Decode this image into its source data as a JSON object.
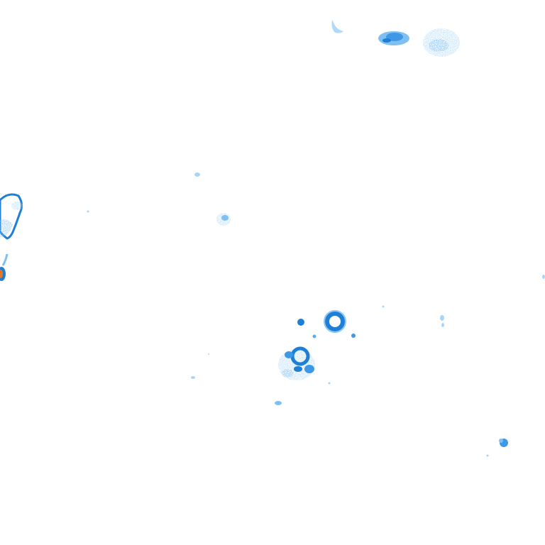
{
  "map": {
    "layer": "precipitation-radar",
    "basemap": "none",
    "palette": {
      "light": "#a9d6f7",
      "medium": "#5aaef0",
      "strong": "#1f7fd6",
      "heavy": "#0b5fb3",
      "extreme-core": "#e07a2a"
    },
    "cells": [
      {
        "intensity": "medium"
      },
      {
        "intensity": "light"
      },
      {
        "intensity": "light"
      },
      {
        "intensity": "medium"
      },
      {
        "intensity": "heavy"
      },
      {
        "intensity": "medium"
      },
      {
        "intensity": "heavy"
      },
      {
        "intensity": "medium"
      },
      {
        "intensity": "light"
      },
      {
        "intensity": "light"
      },
      {
        "intensity": "medium"
      },
      {
        "intensity": "light"
      },
      {
        "intensity": "light"
      }
    ]
  }
}
